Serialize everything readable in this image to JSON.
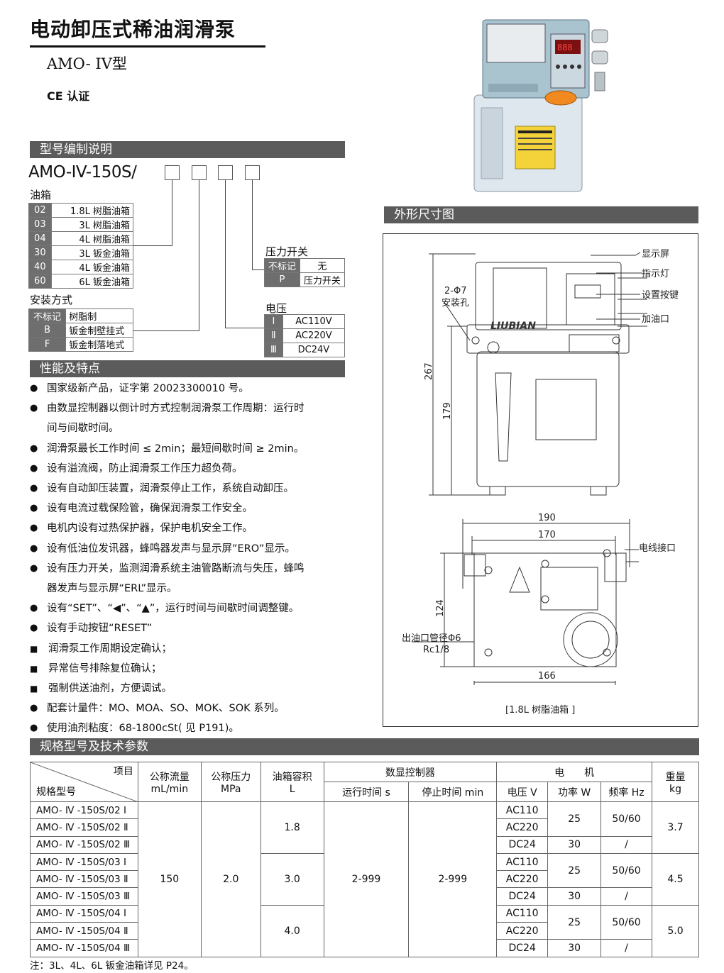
{
  "title": "电动卸压式稀油润滑泵",
  "model": "AMO- IV型",
  "cert": "CE 认证",
  "sections": {
    "coding": "型号编制说明",
    "features": "性能及特点",
    "dimensions": "外形尺寸图",
    "specs": "规格型号及技术参数"
  },
  "code": "AMO-IV-150S/",
  "tank": {
    "label": "油箱",
    "options": [
      {
        "k": "02",
        "v": "1.8L 树脂油箱"
      },
      {
        "k": "03",
        "v": "3L 树脂油箱"
      },
      {
        "k": "04",
        "v": "4L 树脂油箱"
      },
      {
        "k": "30",
        "v": "3L 钣金油箱"
      },
      {
        "k": "40",
        "v": "4L 钣金油箱"
      },
      {
        "k": "60",
        "v": "6L 钣金油箱"
      }
    ]
  },
  "mount": {
    "label": "安装方式",
    "options": [
      {
        "k": "不标记",
        "v": "树脂制"
      },
      {
        "k": "B",
        "v": "钣金制壁挂式"
      },
      {
        "k": "F",
        "v": "钣金制落地式"
      }
    ]
  },
  "pressure_switch": {
    "label": "压力开关",
    "options": [
      {
        "k": "不标记",
        "v": "无"
      },
      {
        "k": "P",
        "v": "压力开关"
      }
    ]
  },
  "voltage": {
    "label": "电压",
    "options": [
      {
        "k": "Ⅰ",
        "v": "AC110V"
      },
      {
        "k": "Ⅱ",
        "v": "AC220V"
      },
      {
        "k": "Ⅲ",
        "v": "DC24V"
      }
    ]
  },
  "features": [
    {
      "t": "b",
      "x": "国家级新产品，证字第 20023300010 号。"
    },
    {
      "t": "b",
      "x": "由数显控制器以倒计时方式控制润滑泵工作周期：运行时"
    },
    {
      "t": "c",
      "x": "间与间歇时间。"
    },
    {
      "t": "b",
      "x": "润滑泵最长工作时间 ≤ 2min；最短间歇时间 ≥ 2min。"
    },
    {
      "t": "b",
      "x": "设有溢流阀，防止润滑泵工作压力超负荷。"
    },
    {
      "t": "b",
      "x": "设有自动卸压装置，润滑泵停止工作，系统自动卸压。"
    },
    {
      "t": "b",
      "x": "设有电流过载保险管，确保润滑泵工作安全。"
    },
    {
      "t": "b",
      "x": "电机内设有过热保护器，保护电机安全工作。"
    },
    {
      "t": "b",
      "x": "设有低油位发讯器，蜂鸣器发声与显示屏”ERO”显示。"
    },
    {
      "t": "b",
      "x": "设有压力开关，监测润滑系统主油管路断流与失压，蜂鸣"
    },
    {
      "t": "c",
      "x": "器发声与显示屏“ERL”显示。"
    },
    {
      "t": "b",
      "x": "设有“SET”、“◀”、“▲”，运行时间与间歇时间调整键。"
    },
    {
      "t": "b",
      "x": "设有手动按钮“RESET”"
    },
    {
      "t": "s",
      "x": "润滑泵工作周期设定确认；"
    },
    {
      "t": "s",
      "x": "异常信号排除复位确认；"
    },
    {
      "t": "s",
      "x": "强制供送油剂，方便调试。"
    },
    {
      "t": "b",
      "x": "配套计量件：MO、MOA、SO、MOK、SOK 系列。"
    },
    {
      "t": "b",
      "x": "使用油剂粘度：68-1800cSt( 见 P191)。"
    }
  ],
  "drawing": {
    "callouts": [
      "显示屏",
      "指示灯",
      "设置按键",
      "加油口",
      "电线接口"
    ],
    "holes": "2-Φ7",
    "holes_label": "安装孔",
    "outlet": "出油口管径Φ6",
    "outlet_thread": "Rc1/8",
    "brand": "LIUBIAN",
    "dims": [
      "267",
      "179",
      "190",
      "170",
      "124",
      "166"
    ],
    "caption": "[1.8L 树脂油箱 ]"
  },
  "table": {
    "h_item": "项目",
    "h_model": "规格型号",
    "h_flow": "公称流量",
    "h_flow_unit": "mL/min",
    "h_press": "公称压力",
    "h_press_unit": "MPa",
    "h_tank": "油箱容积",
    "h_tank_unit": "L",
    "h_ctrl": "数显控制器",
    "h_run": "运行时间  s",
    "h_stop": "停止时间  min",
    "h_motor": "电　　机",
    "h_volt": "电压 V",
    "h_power": "功率 W",
    "h_freq": "频率 Hz",
    "h_weight": "重量",
    "h_weight_unit": "kg",
    "models": [
      "AMO- Ⅳ -150S/02 Ⅰ",
      "AMO- Ⅳ -150S/02 Ⅱ",
      "AMO- Ⅳ -150S/02 Ⅲ",
      "AMO- Ⅳ -150S/03 Ⅰ",
      "AMO- Ⅳ -150S/03 Ⅱ",
      "AMO- Ⅳ -150S/03 Ⅲ",
      "AMO- Ⅳ -150S/04 Ⅰ",
      "AMO- Ⅳ -150S/04 Ⅱ",
      "AMO- Ⅳ -150S/04 Ⅲ"
    ],
    "flow": "150",
    "pressure": "2.0",
    "tanks": [
      "1.8",
      "3.0",
      "4.0"
    ],
    "run": "2-999",
    "stop": "2-999",
    "volts": [
      "AC110",
      "AC220",
      "DC24"
    ],
    "power_ac": "25",
    "power_dc": "30",
    "freq_ac": "50/60",
    "freq_dc": "/",
    "weights": [
      "3.7",
      "4.5",
      "5.0"
    ]
  },
  "note": "注：3L、4L、6L 钣金油箱详见 P24。"
}
